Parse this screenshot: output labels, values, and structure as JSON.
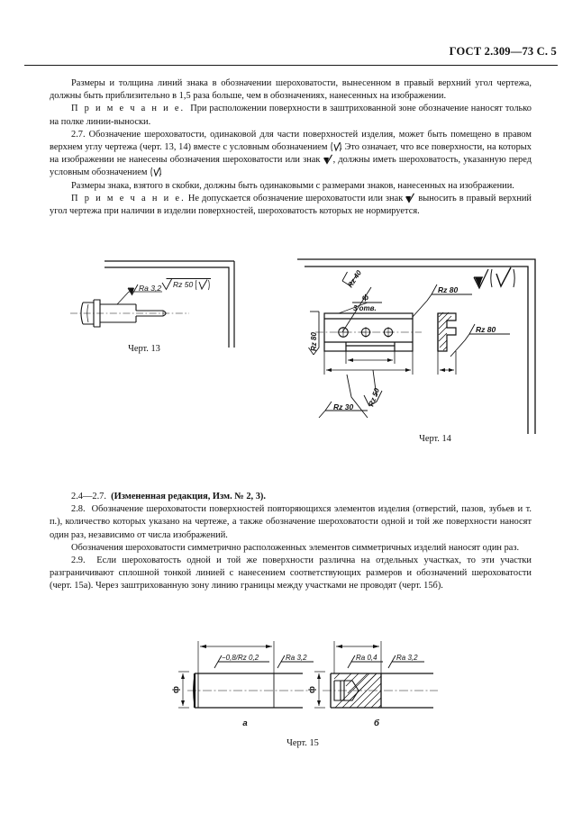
{
  "document": {
    "standard_header": "ГОСТ 2.309—73 С. 5",
    "page_number": "5"
  },
  "paragraphs": [
    {
      "id": "p-2-6-cont",
      "text": "Размеры и толщина линий знака в обозначении шероховатости, вынесенном в правый верхний угол чертежа, должны быть приблизительно в 1,5 раза больше, чем в обозначениях, нанесенных на изображении."
    },
    {
      "id": "note-1",
      "label": "П р и м е ч а н и е.",
      "text": "При расположении поверхности в заштрихованной зоне обозначение наносят только на полке линии-выноски."
    },
    {
      "id": "p-2-7",
      "number": "2.7.",
      "text_a": "Обозначение шероховатости, одинаковой для части поверхностей изделия, может быть помещено в правом верхнем углу чертежа (черт. 13, 14) вместе с условным обозначением",
      "text_b": ". Это означает, что все поверхности, на которых на изображении не нанесены обозначения шероховатости или знак",
      "text_c": ", должны иметь шероховатость, указанную перед условным обозначением",
      "text_d": "."
    },
    {
      "id": "p-2-7-b",
      "text": "Размеры знака, взятого в скобки, должны быть одинаковыми с размерами знаков, нанесенных на изображении."
    },
    {
      "id": "note-2",
      "label": "П р и м е ч а н и е.",
      "text_a": "Не допускается обозначение шероховатости или знак",
      "text_b": "выносить в правый верхний угол чертежа при наличии в изделии поверхностей, шероховатость которых не нормируется."
    },
    {
      "id": "p-2-4-2-7",
      "number": "2.4—2.7.",
      "bold": "(Измененная редакция, Изм. № 2, 3)."
    },
    {
      "id": "p-2-8",
      "number": "2.8.",
      "text": "Обозначение шероховатости поверхностей повторяющихся элементов изделия (отверстий, пазов, зубьев и т. п.), количество которых указано на чертеже, а также обозначение шероховатости одной и той же поверхности наносят один раз, независимо от числа изображений."
    },
    {
      "id": "p-2-8-b",
      "text": "Обозначения шероховатости симметрично расположенных элементов симметричных изделий наносят один раз."
    },
    {
      "id": "p-2-9",
      "number": "2.9.",
      "text": "Если шероховатость одной и той же поверхности различна на отдельных участках, то эти участки разграничивают сплошной тонкой линией с нанесением соответствующих размеров и обозначений шероховатости (черт. 15а). Через заштрихованную зону линию границы между участками не проводят (черт. 15б)."
    }
  ],
  "figures": [
    {
      "id": "fig-13",
      "caption": "Черт. 13",
      "labels": {
        "corner_sign": "Rz 50",
        "corner_paren": "( )",
        "surface_sign": "Ra 3,2"
      }
    },
    {
      "id": "fig-14",
      "caption": "Черт. 14",
      "labels": {
        "corner_sign": "( )",
        "rz40": "Rz 40",
        "holes_note": "3 отв.",
        "rz80_left": "Rz 80",
        "rz80_top": "Rz 80",
        "rz80_right": "Rz 80",
        "rz50": "Rz 50",
        "rz30": "Rz 30"
      }
    },
    {
      "id": "fig-15",
      "caption": "Черт. 15",
      "labels": {
        "a": "а",
        "b": "б",
        "a_left_sign": "−0,8/Rz 0,2",
        "a_right_sign": "Ra 3,2",
        "b_left_sign": "Ra 0,4",
        "b_right_sign": "Ra 3,2",
        "diameter_a": "ф",
        "diameter_b": "ф"
      }
    }
  ],
  "colors": {
    "ink": "#111111",
    "page": "#ffffff"
  }
}
